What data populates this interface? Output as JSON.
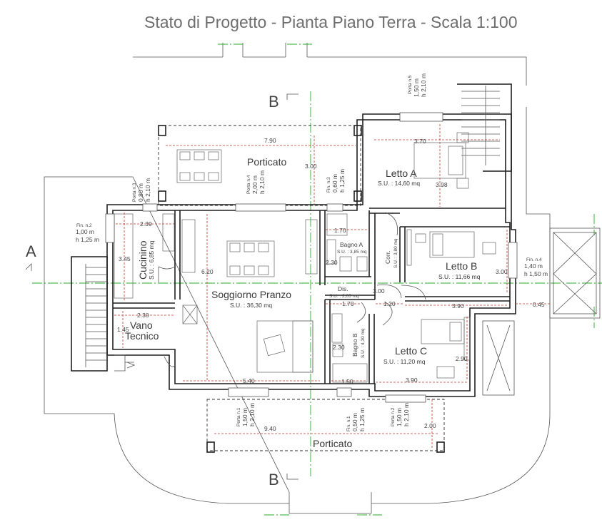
{
  "title": "Stato di Progetto - Pianta Piano Terra  - Scala 1:100",
  "sections": {
    "a": "A",
    "b_top": "B",
    "b_bottom": "B"
  },
  "rooms": {
    "porticato_top": {
      "name": "Porticato"
    },
    "porticato_bottom": {
      "name": "Porticato"
    },
    "letto_a": {
      "name": "Letto A",
      "su": "S.U. : 14,60 mq"
    },
    "letto_b": {
      "name": "Letto B",
      "su": "S.U. : 11,66 mq"
    },
    "letto_c": {
      "name": "Letto C",
      "su": "S.U. : 11,20 mq"
    },
    "soggiorno": {
      "name": "Soggiorno Pranzo",
      "su": "S.U. : 36,30 mq"
    },
    "cucina": {
      "name": "Cucinino",
      "su": "S.U. : 6,85 mq"
    },
    "vano": {
      "name1": "Vano",
      "name2": "Tecnico"
    },
    "bagno_a": {
      "name": "Bagno A",
      "su": "S.U. : 3,85 mq"
    },
    "bagno_b": {
      "name": "Bagno B",
      "su": "S.U. : 4,30 mq"
    },
    "corr": {
      "name": "Corr.",
      "su": "S.U. : 3,80 mq"
    },
    "dis": {
      "name": "Dis.",
      "su": "S.U. : 2,05 mq"
    }
  },
  "dimensions": {
    "porticato_top_w": "7.90",
    "porticato_top_h": "3.00",
    "letto_a_w": "3.70",
    "letto_a_h": "3.98",
    "letto_b_w": "3.90",
    "letto_b_h": "3.00",
    "letto_c_w": "3.90",
    "letto_c_h": "2.90",
    "soggiorno_w": "5.40",
    "soggiorno_h": "6.20",
    "cucina_w": "2.39",
    "cucina_h": "3.45",
    "vano_w": "2.30",
    "vano_h": "1.45",
    "bagno_a_w": "1.70",
    "bagno_a_h": "2.30",
    "dis_w": "1.70",
    "corr_w": "1.20",
    "corr_h": "3.00",
    "bagno_b_h": "2.30",
    "bagno_b_w": "1.50",
    "porticato_bottom_w": "9.40",
    "porticato_bottom_h": "2.00",
    "right_offset": "0.45"
  },
  "openings": {
    "porta3": {
      "n": "Porta n.3",
      "w": "0,80 m",
      "h": "h 2,10 m"
    },
    "porta4": {
      "n": "Porta n.4",
      "w": "2,00 m",
      "h": "h 2,10 m"
    },
    "fin3": {
      "n": "Fin. n.3",
      "w": "0,60 m",
      "h": "h 1,25 m"
    },
    "porta5": {
      "n": "Porta n.5",
      "w": "1,50 m",
      "h": "h 2,10 m"
    },
    "fin2": {
      "n": "Fin. n.2",
      "w": "1,00 m",
      "h": "h 1,25 m"
    },
    "fin4": {
      "n": "Fin. n.4",
      "w": "1,40 m",
      "h": "h 1,50 m"
    },
    "porta1": {
      "n": "Porta n.1",
      "w": "1,50 m",
      "h": "h 2,10 m"
    },
    "fin1": {
      "n": "Fin. n.1",
      "w": "0,50 m",
      "h": "h 1,25 m"
    },
    "porta2": {
      "n": "Porta n.2",
      "w": "1,50 m",
      "h": "h 2,10 m"
    }
  },
  "colors": {
    "wall": "#1f1f1f",
    "dimension": "#c0392b",
    "axis": "#27ae27",
    "text": "#3a3a3a",
    "title": "#6e6e6e"
  }
}
